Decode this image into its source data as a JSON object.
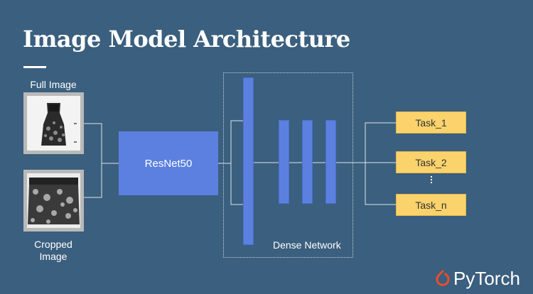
{
  "title": "Image Model Architecture",
  "inputs": {
    "full_label": "Full Image",
    "cropped_label": "Cropped Image"
  },
  "backbone": {
    "label": "ResNet50"
  },
  "dense": {
    "label": "Dense Network"
  },
  "tasks": [
    "Task_1",
    "Task_2",
    "Task_n"
  ],
  "logo": {
    "text": "PyTorch"
  },
  "colors": {
    "background": "#3b5f7e",
    "block": "#5b80df",
    "task": "#fbd36c",
    "logo_accent": "#ee4c2c"
  }
}
